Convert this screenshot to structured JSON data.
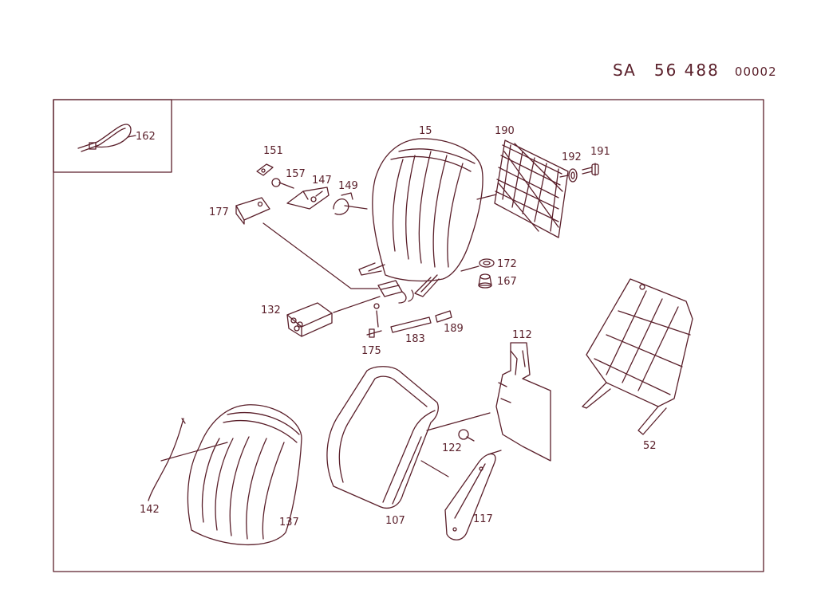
{
  "header": {
    "prefix": "SA",
    "number": "56 488",
    "suffix": "00002"
  },
  "colors": {
    "line": "#5a1f2a",
    "background": "#ffffff"
  },
  "inset": {
    "part": {
      "number": "162",
      "name": "cable-tie-icon"
    }
  },
  "parts": [
    {
      "number": "15",
      "name": "headrest-icon"
    },
    {
      "number": "190",
      "name": "net-pocket-icon"
    },
    {
      "number": "192",
      "name": "washer-icon"
    },
    {
      "number": "191",
      "name": "screw-icon"
    },
    {
      "number": "151",
      "name": "clip-icon"
    },
    {
      "number": "157",
      "name": "screw-icon"
    },
    {
      "number": "147",
      "name": "bracket-icon"
    },
    {
      "number": "149",
      "name": "clamp-icon"
    },
    {
      "number": "177",
      "name": "plug-housing-icon"
    },
    {
      "number": "172",
      "name": "grommet-icon"
    },
    {
      "number": "167",
      "name": "bushing-icon"
    },
    {
      "number": "132",
      "name": "connector-icon"
    },
    {
      "number": "175",
      "name": "pin-icon"
    },
    {
      "number": "183",
      "name": "rod-icon"
    },
    {
      "number": "189",
      "name": "sleeve-icon"
    },
    {
      "number": "112",
      "name": "backrest-panel-icon"
    },
    {
      "number": "52",
      "name": "seat-frame-icon"
    },
    {
      "number": "122",
      "name": "screw-icon"
    },
    {
      "number": "142",
      "name": "wire-icon"
    },
    {
      "number": "137",
      "name": "seat-cushion-icon"
    },
    {
      "number": "107",
      "name": "backrest-cover-icon"
    },
    {
      "number": "117",
      "name": "trim-panel-icon"
    }
  ]
}
